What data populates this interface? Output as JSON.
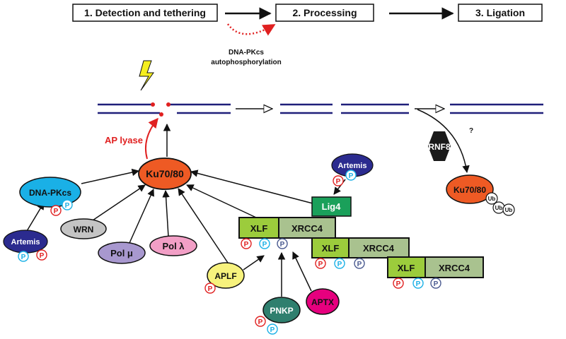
{
  "steps": {
    "detection": "1. Detection and tethering",
    "processing": "2. Processing",
    "ligation": "3. Ligation"
  },
  "autophos": {
    "line1": "DNA-PKcs",
    "line2": "autophosphorylation"
  },
  "ap_lyase": "AP lyase",
  "proteins": {
    "ku_main": "Ku70/80",
    "ku_right": "Ku70/80",
    "dnapkcs": "DNA-PKcs",
    "artemis_left": "Artemis",
    "artemis_top": "Artemis",
    "wrn": "WRN",
    "pol_mu": "Pol μ",
    "pol_lambda": "Pol λ",
    "aplf": "APLF",
    "pnkp": "PNKP",
    "aptx": "APTX",
    "lig4": "Lig4",
    "xlf": "XLF",
    "xrcc4": "XRCC4",
    "rnf8": "RNF8"
  },
  "phospho_label": "P",
  "ub_label": "Ub",
  "question_mark": "?",
  "colors": {
    "dna": "#1f1f7a",
    "red": "#e02020",
    "ku": "#ee5a24",
    "dnapkcs": "#1ab0e6",
    "artemis": "#2b2b8f",
    "wrn": "#c4c4c4",
    "pol_mu": "#a898cf",
    "pol_lambda": "#f29fc6",
    "aplf": "#f7f27d",
    "pnkp": "#2f7f6e",
    "aptx": "#e6007e",
    "lig4": "#1aa05a",
    "xlf": "#9ccc3c",
    "xrcc4": "#a9c28f",
    "p_red": "#e02020",
    "p_cyan": "#1ab0e6",
    "p_navy": "#4a5a90",
    "rnf8": "#1a1a1a"
  }
}
